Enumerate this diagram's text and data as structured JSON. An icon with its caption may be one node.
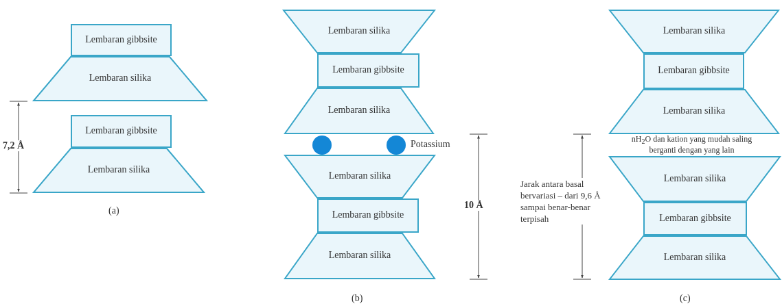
{
  "diagram": {
    "nodes": [
      {
        "text": [
          "Lembaran gibbsite"
        ]
      },
      {
        "text": [
          "Lembaran silika"
        ]
      },
      {
        "text": [
          "Lembaran gibbsite"
        ]
      },
      {
        "text": [
          "Lembaran silika"
        ]
      },
      {
        "text": [
          "Lembaran silika"
        ]
      },
      {
        "text": [
          "Lembaran gibbsite"
        ]
      },
      {
        "text": [
          "Lembaran silika"
        ]
      },
      {
        "text": [],
        "shape": "circle"
      },
      {
        "text": [],
        "shape": "circle"
      },
      {
        "text": [
          "Lembaran silika"
        ]
      },
      {
        "text": [
          "Lembaran gibbsite"
        ]
      },
      {
        "text": [
          "Lembaran silika"
        ]
      },
      {
        "text": [
          "Lembaran silika"
        ]
      },
      {
        "text": [
          "Lembaran gibbsite"
        ]
      },
      {
        "text": [
          "Lembaran silika"
        ]
      },
      {
        "text": [
          "Lembaran silika"
        ]
      },
      {
        "text": [
          "Lembaran gibbsite"
        ]
      },
      {
        "text": [
          "Lembaran silika"
        ]
      }
    ],
    "labels": [
      "7,2 Å",
      "(a)",
      "Potassium",
      "10 Å",
      "(b)",
      "nH$_{2}$O dan kation yang mudah saling berganti dengan yang lain",
      "Jarak antara basal bervariasi – dari 9,6 Å sampai benar-benar terpisah",
      "(c)"
    ]
  }
}
